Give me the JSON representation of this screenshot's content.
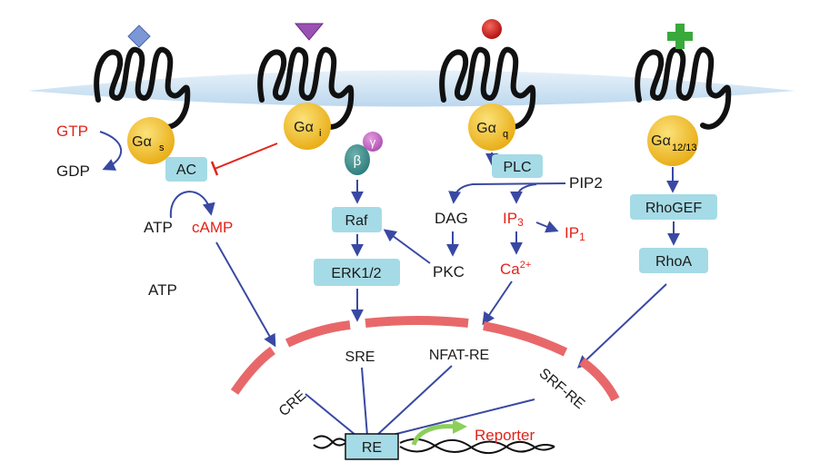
{
  "receptors": {
    "gs": {
      "galpha": "Gα",
      "sub": "s"
    },
    "gi": {
      "galpha": "Gα",
      "sub": "i"
    },
    "gq": {
      "galpha": "Gα",
      "sub": "q"
    },
    "g1213": {
      "galpha": "Gα",
      "sub": "12/13"
    }
  },
  "gs_path": {
    "gtp": "GTP",
    "gdp": "GDP",
    "ac": "AC",
    "atp": "ATP",
    "camp": "cAMP",
    "atp2": "ATP"
  },
  "gi_path": {
    "beta": "β",
    "gamma": "γ",
    "raf": "Raf",
    "erk": "ERK1/2"
  },
  "gq_path": {
    "plc": "PLC",
    "pip2": "PIP2",
    "dag": "DAG",
    "ip3": "IP",
    "ip3_sub": "3",
    "ip1": "IP",
    "ip1_sub": "1",
    "pkc": "PKC",
    "ca": "Ca",
    "ca_sup": "2+"
  },
  "g1213_path": {
    "rhogef": "RhoGEF",
    "rhoa": "RhoA"
  },
  "nucleus": {
    "cre": "CRE",
    "sre": "SRE",
    "nfat": "NFAT-RE",
    "srf": "SRF-RE",
    "re": "RE",
    "reporter": "Reporter"
  },
  "colors": {
    "membrane": "#cfe3f3",
    "nucleus": "#e8686a",
    "galpha": "#f2c233",
    "box": "#a5dbe6",
    "arrow": "#3949a3",
    "red_text": "#e2231a",
    "green_arrow": "#8ccf5a"
  }
}
